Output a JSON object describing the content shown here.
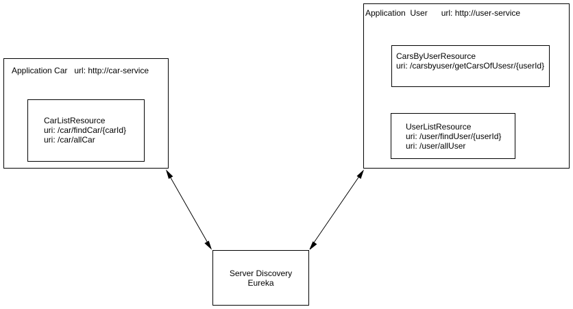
{
  "car_app": {
    "title": "Application Car   url: http://car-service",
    "resource": {
      "name": "CarListResource",
      "uris": [
        "uri: /car/findCar/{carId}",
        "uri: /car/allCar"
      ]
    }
  },
  "user_app": {
    "title": "Application  User      url: http://user-service",
    "resources": [
      {
        "name": "CarsByUserResource",
        "uris": [
          "uri: /carsbyuser/getCarsOfUsesr/{userId}"
        ]
      },
      {
        "name": "UserListResource",
        "uris": [
          "uri: /user/findUser/{userId}",
          "uri: /user/allUser"
        ]
      }
    ]
  },
  "discovery": {
    "line1": "Server Discovery",
    "line2": "Eureka"
  },
  "colors": {
    "stroke": "#000000",
    "background": "#ffffff"
  }
}
